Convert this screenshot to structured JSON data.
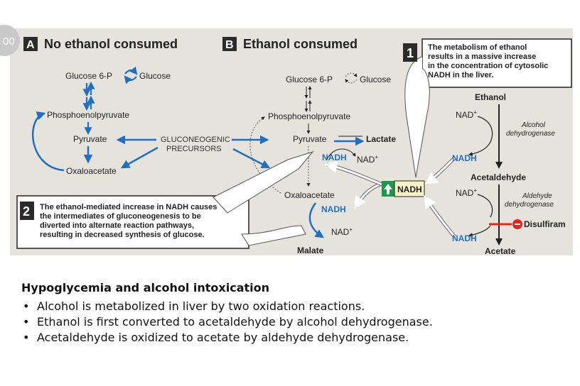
{
  "slide_number": "00",
  "panel_a": {
    "letter": "A",
    "title": "No ethanol consumed"
  },
  "panel_b": {
    "letter": "B",
    "title": "Ethanol consumed"
  },
  "pathway_a": {
    "glucose6p": "Glucose 6-P",
    "glucose": "Glucose",
    "pep": "Phosphoenolpyruvate",
    "pyruvate": "Pyruvate",
    "oxaloacetate": "Oxaloacetate",
    "precursors_line1": "GLUCONEOGENIC",
    "precursors_line2": "PRECURSORS"
  },
  "pathway_b": {
    "glucose6p": "Glucose 6-P",
    "glucose": "Glucose",
    "pep": "Phosphoenolpyruvate",
    "pyruvate": "Pyruvate",
    "lactate": "Lactate",
    "nadh1": "NADH",
    "nad1": "NAD",
    "oxaloacetate": "Oxaloacetate",
    "nadh2": "NADH",
    "nad2": "NAD",
    "malate": "Malate"
  },
  "callout1": {
    "number": "1",
    "lines": [
      "The metabolism of ethanol",
      "results in a massive increase",
      "in the concentration of cytosolic",
      "NADH in the liver."
    ]
  },
  "callout2": {
    "number": "2",
    "lines": [
      "The ethanol-mediated increase in NADH causes",
      "the intermediates of gluconeogenesis to be",
      "diverted into alternate reaction pathways,",
      "resulting in decreased synthesis of glucose."
    ]
  },
  "center_nadh": "NADH",
  "ethanol_path": {
    "ethanol": "Ethanol",
    "nad1": "NAD",
    "adh_line1": "Alcohol",
    "adh_line2": "dehydrogenase",
    "nadh1": "NADH",
    "acetaldehyde": "Acetaldehyde",
    "nad2": "NAD",
    "aldh_line1": "Aldehyde",
    "aldh_line2": "dehydrogenase",
    "disulfiram": "Disulfiram",
    "nadh2": "NADH",
    "acetate": "Acetate"
  },
  "colors": {
    "blue": "#1f6fc4",
    "green": "#1a9a48",
    "red": "#e8211c",
    "figure_bg": "#e6e3dc",
    "nadh_box": "#fbf1c8"
  },
  "bottom": {
    "title": "Hypoglycemia and alcohol intoxication",
    "bullets": [
      "Alcohol is metabolized in liver by two oxidation reactions.",
      "Ethanol is first converted to acetaldehyde by alcohol dehydrogenase.",
      "Acetaldehyde is oxidized to acetate by aldehyde dehydrogenase."
    ]
  }
}
